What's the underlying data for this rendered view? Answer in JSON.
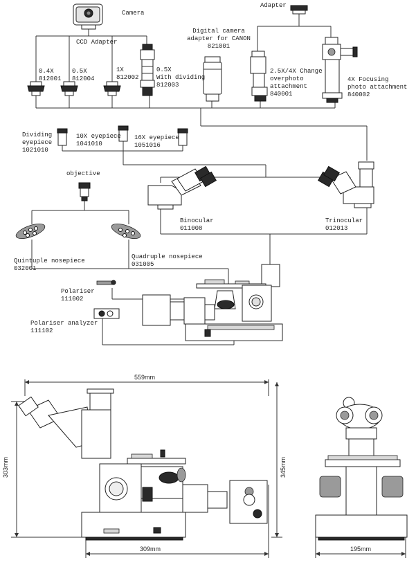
{
  "components": {
    "camera": {
      "label": "Camera"
    },
    "adapter": {
      "label": "Adapter"
    },
    "ccd_adapter": {
      "label": "CCD Adapter"
    },
    "digital_camera_adapter": {
      "label": "Digital camera\nadapter for CANON\n821001"
    },
    "ccd_04x": {
      "label": "0.4X\n812001"
    },
    "ccd_05x": {
      "label": "0.5X\n812004"
    },
    "ccd_1x": {
      "label": "1X\n812002"
    },
    "ccd_05x_dividing": {
      "label": "0.5X\nWith dividing\n812003"
    },
    "change_overphoto": {
      "label": "2.5X/4X Change\noverphoto\nattachment\n840001"
    },
    "focusing_photo": {
      "label": "4X Focusing\nphoto attachment\n840002"
    },
    "dividing_eyepiece": {
      "label": "Dividing\neyepiece\n1021010"
    },
    "eyepiece_10x": {
      "label": "10X eyepiece\n1041010"
    },
    "eyepiece_16x": {
      "label": "16X eyepiece\n1051016"
    },
    "objective": {
      "label": "objective"
    },
    "binocular": {
      "label": "Binocular\n011008"
    },
    "trinocular": {
      "label": "Trinocular\n012013"
    },
    "quintuple_nosepiece": {
      "label": "Quintuple nosepiece\n032001"
    },
    "quadruple_nosepiece": {
      "label": "Quadruple nosepiece\n031005"
    },
    "polariser": {
      "label": "Polariser\n111002"
    },
    "polariser_analyzer": {
      "label": "Polariser analyzer\n111102"
    }
  },
  "dimensions": {
    "overall_length": "559mm",
    "height_main": "303mm",
    "height_total": "345mm",
    "base_length": "309mm",
    "width": "195mm"
  }
}
